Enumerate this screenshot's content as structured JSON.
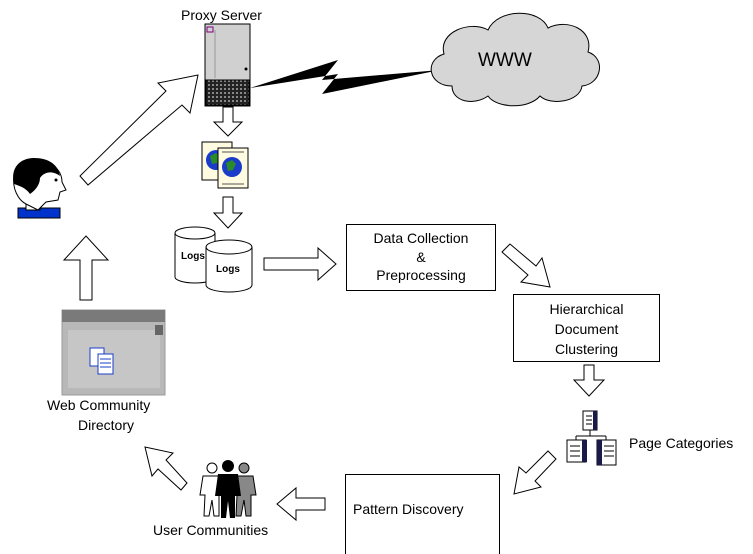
{
  "proxy_server": {
    "label": "Proxy Server"
  },
  "www": {
    "label": "WWW"
  },
  "logs": {
    "back_label": "Logs",
    "front_label": "Logs"
  },
  "data_collection": {
    "line1": "Data Collection",
    "line2": "&",
    "line3": "Preprocessing"
  },
  "clustering": {
    "line1": "Hierarchical",
    "line2": "Document",
    "line3": "Clustering"
  },
  "page_categories": {
    "label": "Page Categories"
  },
  "pattern_discovery": {
    "label": "Pattern Discovery"
  },
  "user_communities": {
    "label": "User Communities"
  },
  "directory": {
    "line1": "Web Community",
    "line2": "Directory"
  },
  "colors": {
    "server_body": "#cfcfcf",
    "cloud": "#d6d6d6",
    "user_shirt": "#0033cc",
    "doc_blue": "#1a3cc8"
  }
}
